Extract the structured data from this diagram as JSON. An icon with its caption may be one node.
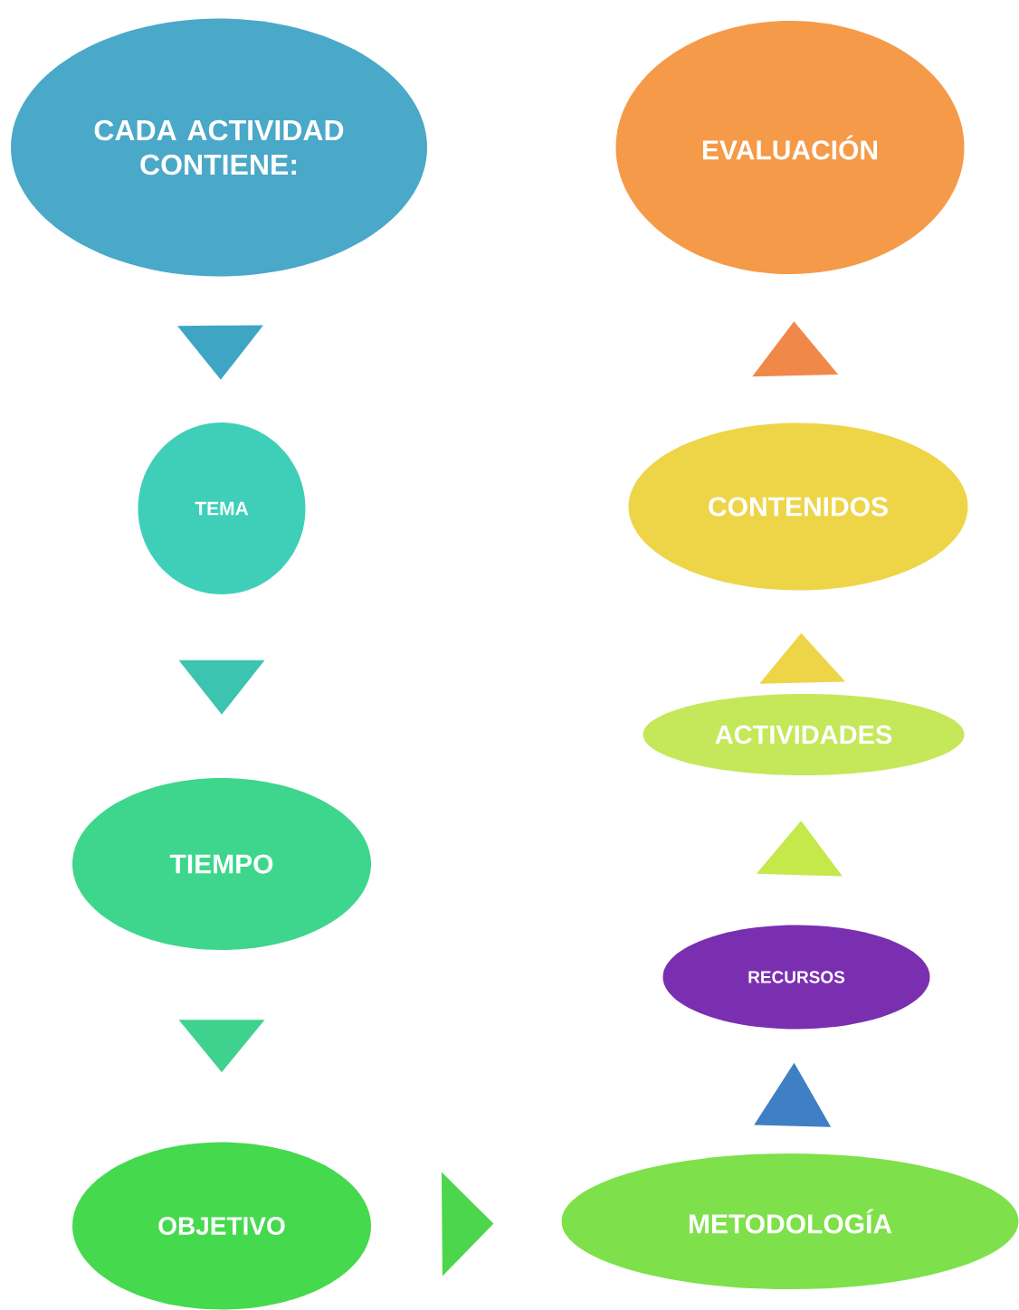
{
  "diagram": {
    "nodes": [
      {
        "text": [
          "CADA ACTIVIDAD CONTIENE:"
        ]
      },
      {
        "text": [
          "TEMA"
        ]
      },
      {
        "text": [
          "TIEMPO"
        ]
      },
      {
        "text": [
          "OBJETIVO"
        ]
      },
      {
        "text": [
          "METODOLOGÍA"
        ]
      },
      {
        "text": [
          "RECURSOS"
        ]
      },
      {
        "text": [
          "ACTIVIDADES"
        ]
      },
      {
        "text": [
          "CONTENIDOS"
        ]
      },
      {
        "text": [
          "EVALUACIÓN"
        ]
      }
    ],
    "edges": [
      {
        "from": 0,
        "to": 1,
        "arrow": "to",
        "color": "#3ea6c4"
      },
      {
        "from": 1,
        "to": 2,
        "arrow": "to",
        "color": "#3cc4b0"
      },
      {
        "from": 2,
        "to": 3,
        "arrow": "to",
        "color": "#3ed28e"
      },
      {
        "from": 3,
        "to": 4,
        "arrow": "to",
        "color": "#4cd64c"
      },
      {
        "from": 4,
        "to": 5,
        "arrow": "to",
        "color": "#3f7fc4"
      },
      {
        "from": 5,
        "to": 6,
        "arrow": "to",
        "color": "#c5e84a"
      },
      {
        "from": 6,
        "to": 7,
        "arrow": "to",
        "color": "#eed548"
      },
      {
        "from": 7,
        "to": 8,
        "arrow": "to",
        "color": "#f0884a"
      }
    ]
  }
}
